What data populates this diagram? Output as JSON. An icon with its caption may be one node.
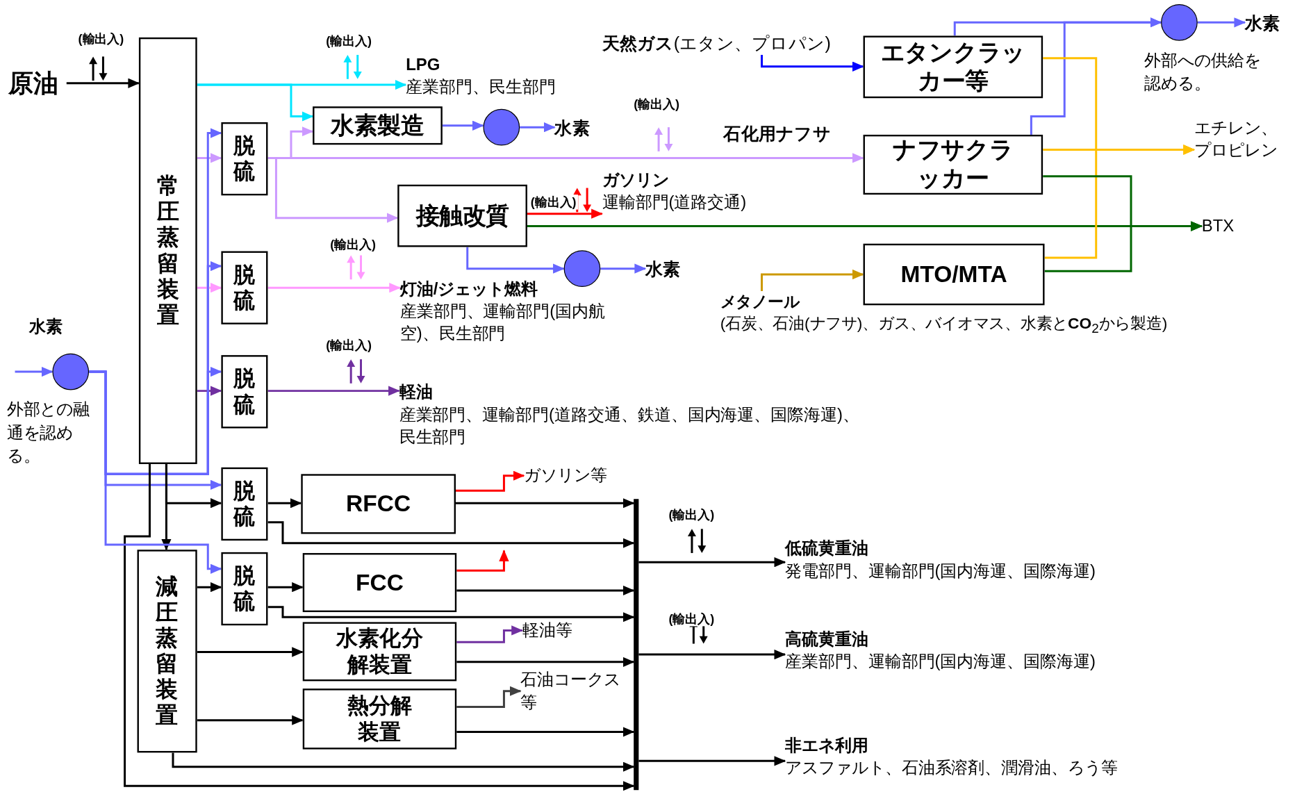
{
  "diagram": {
    "nodes": [
      {
        "text": [
          "原油"
        ]
      },
      {
        "text": [
          "常圧蒸留装置"
        ]
      },
      {
        "text": [
          "LPG",
          "産業部門、民生部門"
        ]
      },
      {
        "text": [
          "水素製造"
        ]
      },
      {
        "text": [],
        "shape": "circle"
      },
      {
        "text": [
          "水素"
        ]
      },
      {
        "text": [
          "脱硫"
        ]
      },
      {
        "text": [
          "接触改質"
        ]
      },
      {
        "text": [
          "ガソリン",
          "運輸部門(道路交通)"
        ]
      },
      {
        "text": [],
        "shape": "circle"
      },
      {
        "text": [
          "水素"
        ]
      },
      {
        "text": [
          "脱硫"
        ]
      },
      {
        "text": [
          "灯油/ジェット燃料",
          "産業部門、運輸部門(国内航空)、民生部門"
        ]
      },
      {
        "text": [
          "脱硫"
        ]
      },
      {
        "text": [
          "軽油",
          "産業部門、運輸部門(道路交通、鉄道、国内海運、国際海運)、民生部門"
        ]
      },
      {
        "text": [],
        "shape": "circle",
        "beside": [
          "水素",
          "外部との融通を認める。"
        ]
      },
      {
        "text": [
          "**天然ガス**(エタン、プロパン)"
        ]
      },
      {
        "text": [
          "エタンクラッカー等"
        ]
      },
      {
        "text": [
          "ナフサクラッカー"
        ]
      },
      {
        "text": [
          "メタノール",
          "(石炭、石油(ナフサ)、ガス、バイオマス、水素と**CO**$_{2}$から製造)"
        ]
      },
      {
        "text": [
          "MTO/MTA"
        ]
      },
      {
        "text": [],
        "shape": "circle",
        "beside": [
          "外部への供給を認める。"
        ]
      },
      {
        "text": [
          "水素"
        ]
      },
      {
        "text": [
          "エチレン、プロピレン"
        ]
      },
      {
        "text": [
          "BTX"
        ]
      },
      {
        "text": [
          "脱硫"
        ]
      },
      {
        "text": [
          "RFCC"
        ]
      },
      {
        "text": [
          "ガソリン等"
        ]
      },
      {
        "text": [
          "減圧蒸留装置"
        ]
      },
      {
        "text": [
          "脱硫"
        ]
      },
      {
        "text": [
          "FCC"
        ]
      },
      {
        "text": [
          "水素化分解装置"
        ]
      },
      {
        "text": [
          "軽油等"
        ]
      },
      {
        "text": [
          "熱分解装置"
        ]
      },
      {
        "text": [
          "石油コークス等"
        ]
      },
      {
        "text": [],
        "shape": "bar"
      },
      {
        "text": [
          "低硫黄重油",
          "発電部門、運輸部門(国内海運、国際海運)"
        ]
      },
      {
        "text": [
          "高硫黄重油",
          "産業部門、運輸部門(国内海運、国際海運)"
        ]
      },
      {
        "text": [
          "非エネ利用",
          "アスファルト、石油系溶剤、潤滑油、ろう等"
        ]
      }
    ],
    "edges": [
      {
        "from": 0,
        "to": 1,
        "arrow": "to",
        "label": "(輸出入)"
      },
      {
        "from": 1,
        "to": 2,
        "arrow": "to",
        "label": "(輸出入)",
        "color": "#00e5ff"
      },
      {
        "from": 1,
        "to": 3,
        "arrow": "to",
        "color": "#00e5ff"
      },
      {
        "from": 3,
        "to": 4,
        "arrow": "to",
        "color": "#6666ff"
      },
      {
        "from": 4,
        "to": 5,
        "arrow": "to",
        "color": "#6666ff"
      },
      {
        "from": 1,
        "to": 6,
        "arrow": "to",
        "color": "#cc99ff"
      },
      {
        "from": 15,
        "to": 6,
        "arrow": "to",
        "color": "#6666ff"
      },
      {
        "from": 6,
        "to": 3,
        "arrow": "to",
        "color": "#cc99ff"
      },
      {
        "from": 6,
        "to": 18,
        "arrow": "to",
        "label": "石化用ナフサ",
        "color": "#cc99ff"
      },
      {
        "from": 6,
        "to": 7,
        "arrow": "to",
        "color": "#cc99ff"
      },
      {
        "from": 7,
        "to": 8,
        "arrow": "to",
        "label": "(輸出入)",
        "color": "#ff0000"
      },
      {
        "from": 7,
        "to": 24,
        "arrow": "to",
        "color": "#006600"
      },
      {
        "from": 7,
        "to": 9,
        "arrow": "to",
        "color": "#6666ff"
      },
      {
        "from": 9,
        "to": 10,
        "arrow": "to",
        "color": "#6666ff"
      },
      {
        "from": 1,
        "to": 11,
        "arrow": "to",
        "color": "#ff99ff"
      },
      {
        "from": 15,
        "to": 11,
        "arrow": "to",
        "color": "#6666ff"
      },
      {
        "from": 11,
        "to": 12,
        "arrow": "to",
        "label": "(輸出入)",
        "color": "#ff99ff"
      },
      {
        "from": 1,
        "to": 13,
        "arrow": "to",
        "color": "#7030a0"
      },
      {
        "from": 15,
        "to": 13,
        "arrow": "to",
        "color": "#6666ff"
      },
      {
        "from": 13,
        "to": 14,
        "arrow": "to",
        "label": "(輸出入)",
        "color": "#7030a0"
      },
      {
        "from": null,
        "to": 15,
        "arrow": "to",
        "color": "#6666ff"
      },
      {
        "from": 16,
        "to": 17,
        "arrow": "to",
        "color": "#0000ff"
      },
      {
        "from": 17,
        "to": 21,
        "arrow": "to",
        "color": "#6666ff"
      },
      {
        "from": 18,
        "to": 21,
        "arrow": "to",
        "color": "#6666ff"
      },
      {
        "from": 21,
        "to": 22,
        "arrow": "to",
        "color": "#6666ff"
      },
      {
        "from": 17,
        "to": 23,
        "arrow": "to",
        "color": "#ffc000"
      },
      {
        "from": 18,
        "to": 23,
        "arrow": "to",
        "color": "#ffc000"
      },
      {
        "from": 20,
        "to": 23,
        "arrow": "to",
        "color": "#ffc000"
      },
      {
        "from": 18,
        "to": 24,
        "arrow": "to",
        "color": "#006600"
      },
      {
        "from": 20,
        "to": 24,
        "arrow": "to",
        "color": "#006600"
      },
      {
        "from": 19,
        "to": 20,
        "arrow": "to",
        "color": "#cc9900"
      },
      {
        "from": 15,
        "to": 25,
        "arrow": "to",
        "color": "#6666ff"
      },
      {
        "from": 1,
        "to": 25,
        "arrow": "to"
      },
      {
        "from": 1,
        "to": 28,
        "arrow": "to"
      },
      {
        "from": 1,
        "to": 35,
        "arrow": "to"
      },
      {
        "from": 25,
        "to": 26,
        "arrow": "to"
      },
      {
        "from": 25,
        "to": 35,
        "arrow": "to"
      },
      {
        "from": 26,
        "to": 27,
        "arrow": "to",
        "color": "#ff0000"
      },
      {
        "from": 26,
        "to": 35,
        "arrow": "to"
      },
      {
        "from": 15,
        "to": 29,
        "arrow": "to",
        "color": "#6666ff"
      },
      {
        "from": 28,
        "to": 29,
        "arrow": "to"
      },
      {
        "from": 29,
        "to": 30,
        "arrow": "to"
      },
      {
        "from": 29,
        "to": 35,
        "arrow": "to"
      },
      {
        "from": 30,
        "to": null,
        "arrow": "to",
        "color": "#ff0000"
      },
      {
        "from": 30,
        "to": 35,
        "arrow": "to"
      },
      {
        "from": 28,
        "to": 31,
        "arrow": "to"
      },
      {
        "from": 31,
        "to": 32,
        "arrow": "to",
        "color": "#7030a0"
      },
      {
        "from": 31,
        "to": 35,
        "arrow": "to"
      },
      {
        "from": 28,
        "to": 33,
        "arrow": "to"
      },
      {
        "from": 33,
        "to": 34,
        "arrow": "to",
        "color": "#404040"
      },
      {
        "from": 33,
        "to": 35,
        "arrow": "to"
      },
      {
        "from": 28,
        "to": 35,
        "arrow": "to"
      },
      {
        "from": 35,
        "to": 36,
        "arrow": "to",
        "label": "(輸出入)"
      },
      {
        "from": 35,
        "to": 37,
        "arrow": "to",
        "label": "(輸出入)"
      },
      {
        "from": 35,
        "to": 38,
        "arrow": "to"
      }
    ],
    "labels": [
      "(輸出入)"
    ]
  }
}
